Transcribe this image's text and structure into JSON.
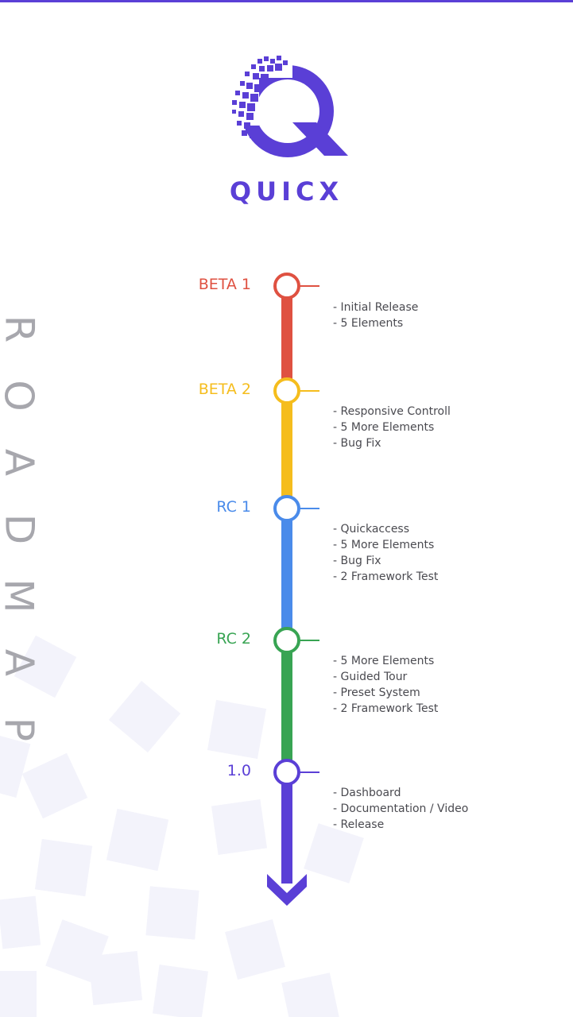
{
  "brand": {
    "name": "QUICX",
    "color": "#5a3fd6"
  },
  "vertical_title": [
    "R",
    "O",
    "A",
    "D",
    "M",
    "A",
    "P"
  ],
  "milestones": [
    {
      "label": "BETA 1",
      "color": "#df5141",
      "items": [
        "- Initial Release",
        "- 5 Elements"
      ]
    },
    {
      "label": "BETA 2",
      "color": "#f5bd1d",
      "items": [
        "- Responsive Controll",
        "- 5 More Elements",
        "- Bug Fix"
      ]
    },
    {
      "label": "RC 1",
      "color": "#4a8bea",
      "items": [
        "- Quickaccess",
        "- 5 More Elements",
        "- Bug Fix",
        "- 2 Framework Test"
      ]
    },
    {
      "label": "RC 2",
      "color": "#38a453",
      "items": [
        "- 5 More Elements",
        "- Guided Tour",
        "- Preset System",
        "- 2 Framework Test"
      ]
    },
    {
      "label": "1.0",
      "color": "#5a3fd6",
      "items": [
        "- Dashboard",
        "- Documentation / Video",
        "- Release"
      ]
    }
  ]
}
